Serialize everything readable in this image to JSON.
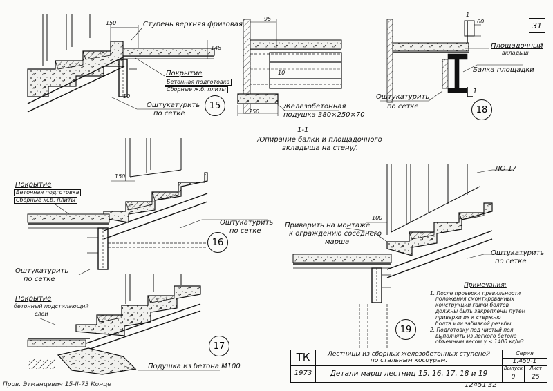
{
  "sheet_number": "31",
  "details": {
    "d15": {
      "number": "15",
      "dim_150": "150",
      "dim_148": "148",
      "dim_10": "10",
      "step_label": "Ступень верхняя фризовая",
      "covering": "Покрытие",
      "concrete_prep": "Бетонная подготовка",
      "slabs": "Сборные ж.б. плиты",
      "plaster": "Оштукатурить",
      "mesh": "по сетке"
    },
    "section11": {
      "dim_95": "95",
      "dim_10": "10",
      "dim_250": "250",
      "pad_label": "Железобетонная",
      "pad_size": "подушка 380×250×70",
      "section_mark": "1-1",
      "caption_line1": "/Опирание балки и площадочного",
      "caption_line2": "вкладыша на стену/."
    },
    "d18": {
      "number": "18",
      "dim_60": "60",
      "dim_1": "1",
      "insert_label_1": "Площадочный",
      "insert_label_2": "вкладыш",
      "beam_label": "Балка площадки",
      "plaster": "Оштукатурить",
      "mesh": "по сетке",
      "cut_1": "1"
    },
    "d16": {
      "number": "16",
      "dim_150": "150",
      "covering": "Покрытие",
      "concrete_prep": "Бетонная подготовка",
      "slabs": "Сборные ж.б. плиты",
      "plaster_right": "Оштукатурить",
      "mesh_right": "по сетке",
      "plaster_left": "Оштукатурить",
      "mesh_left": "по сетке"
    },
    "d17": {
      "number": "17",
      "covering": "Покрытие",
      "underlay_1": "бетонный подстилающий",
      "underlay_2": "слой",
      "pad": "Подушка из бетона М100"
    },
    "d19": {
      "number": "19",
      "lo17": "ЛО 17",
      "weld_1": "Приварить на монтаже",
      "weld_2": "к ограждению соседнего",
      "weld_3": "марша",
      "dim_100": "100",
      "plaster": "Оштукатурить",
      "mesh": "по сетке"
    }
  },
  "notes": {
    "title": "Примечания:",
    "items": [
      "1. После проверки правильности",
      "положения смонтированных",
      "конструкций гайки болтов",
      "должны быть закреплены путем",
      "приварки их к стержню",
      "болта или забивкой резьбы",
      "2. Подготовку под чистый пол",
      "выполнять из легкого бетона",
      "объемным весом γ ≤ 1400 кг/м3"
    ]
  },
  "title_block": {
    "tk": "ТК",
    "year": "1973",
    "title_line1": "Лестницы из сборных железобетонных ступеней",
    "title_line2": "по стальным косоурам.",
    "subtitle": "Детали марш лестниц 15, 16, 17, 18 и 19",
    "series_label": "Серия",
    "series_value": "1.450-1",
    "issue_label": "Выпуск",
    "issue_value": "0",
    "sheet_label": "Лист",
    "sheet_value": "25"
  },
  "footer": {
    "signature": "Пров. Этманцевич 15-II-73  Конце",
    "doc_number": "12451",
    "page": "32"
  }
}
